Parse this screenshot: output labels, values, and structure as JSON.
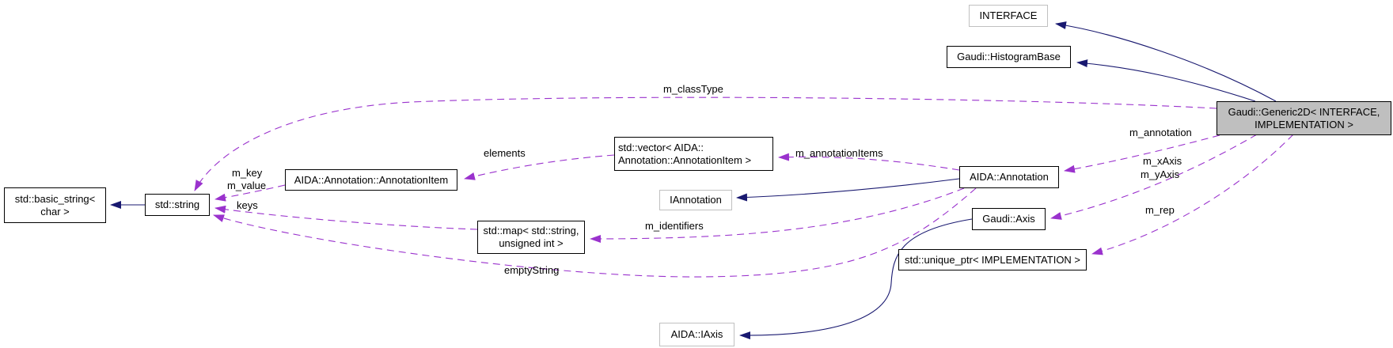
{
  "nodes": {
    "interface": {
      "label": "INTERFACE"
    },
    "histogram_base": {
      "label": "Gaudi::HistogramBase"
    },
    "generic2d": {
      "line1": "Gaudi::Generic2D< INTERFACE,",
      "line2": "IMPLEMENTATION >"
    },
    "basic_string": {
      "line1": "std::basic_string<",
      "line2": "char >"
    },
    "std_string": {
      "label": "std::string"
    },
    "annotation_item": {
      "label": "AIDA::Annotation::AnnotationItem"
    },
    "vector_annotation_item": {
      "line1": "std::vector< AIDA::",
      "line2": "Annotation::AnnotationItem >"
    },
    "iannotation": {
      "label": "IAnnotation"
    },
    "std_map": {
      "line1": "std::map< std::string,",
      "line2": "unsigned int >"
    },
    "aida_annotation": {
      "label": "AIDA::Annotation"
    },
    "gaudi_axis": {
      "label": "Gaudi::Axis"
    },
    "unique_ptr": {
      "label": "std::unique_ptr< IMPLEMENTATION >"
    },
    "aida_iaxis": {
      "label": "AIDA::IAxis"
    }
  },
  "edge_labels": {
    "m_classType": "m_classType",
    "m_annotation": "m_annotation",
    "m_xAxis": "m_xAxis",
    "m_yAxis": "m_yAxis",
    "m_rep": "m_rep",
    "m_annotationItems": "m_annotationItems",
    "elements": "elements",
    "m_key": "m_key",
    "m_value": "m_value",
    "keys": "keys",
    "m_identifiers": "m_identifiers",
    "emptyString": "emptyString"
  },
  "colors": {
    "solid_edge": "#191970",
    "dashed_edge": "#9a32cd",
    "node_border": "#000000",
    "external_border": "#c0c0c0",
    "node_fill": "#ffffff",
    "focus_fill": "#bfbfbf",
    "text": "#000000",
    "background": "#ffffff"
  }
}
